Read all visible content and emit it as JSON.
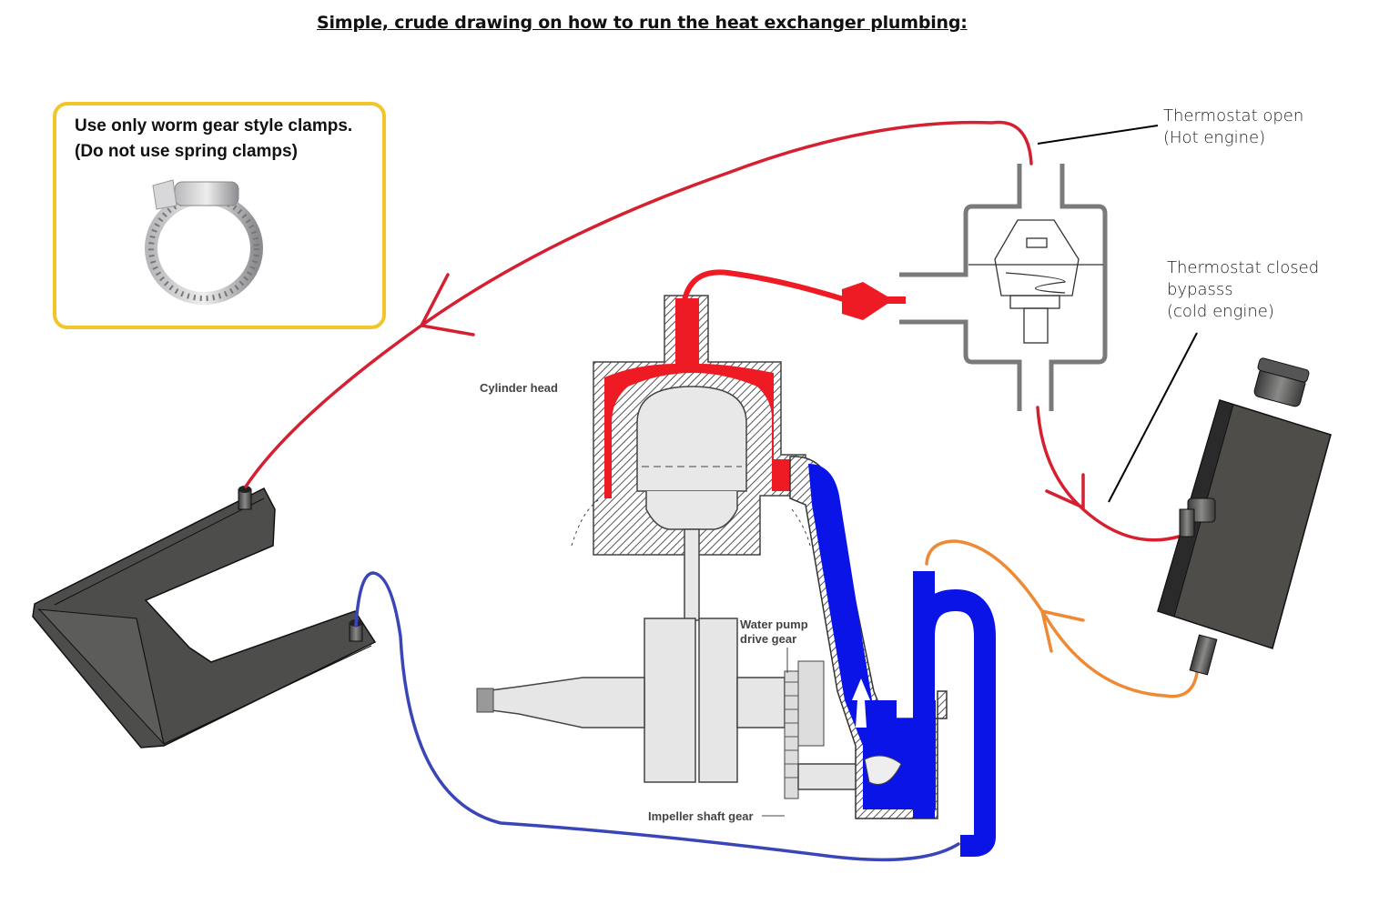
{
  "title": "Simple, crude drawing on how to run the heat exchanger plumbing:",
  "note": {
    "line1": "Use only worm gear style clamps.",
    "line2": "(Do not use spring clamps)",
    "image": "worm-gear-hose-clamp",
    "border_color": "#f2c52b"
  },
  "labels": {
    "thermostat_open_1": "Thermostat open",
    "thermostat_open_2": "(Hot engine)",
    "thermostat_closed_1": "Thermostat closed",
    "thermostat_closed_2": "bypasss",
    "thermostat_closed_3": "(cold engine)",
    "cylinder_head": "Cylinder head",
    "water_pump_1": "Water pump",
    "water_pump_2": "drive gear",
    "impeller": "Impeller shaft gear"
  },
  "components": {
    "heat_exchanger": "U-shaped heat exchanger plate",
    "thermostat": "Thermostat housing",
    "engine": "Engine cutaway (cylinder head, piston, crankshaft, water pump)",
    "reservoir": "Coolant reservoir / bypass tank"
  },
  "lines": {
    "hot_color": "#d42030",
    "hot_fill": "#ee1b24",
    "cold_color": "#3a45b8",
    "cold_fill": "#0a14e6",
    "bypass_color": "#ee8a35",
    "housing_gray": "#7a7a7a",
    "metal_dark": "#4a4a48"
  }
}
